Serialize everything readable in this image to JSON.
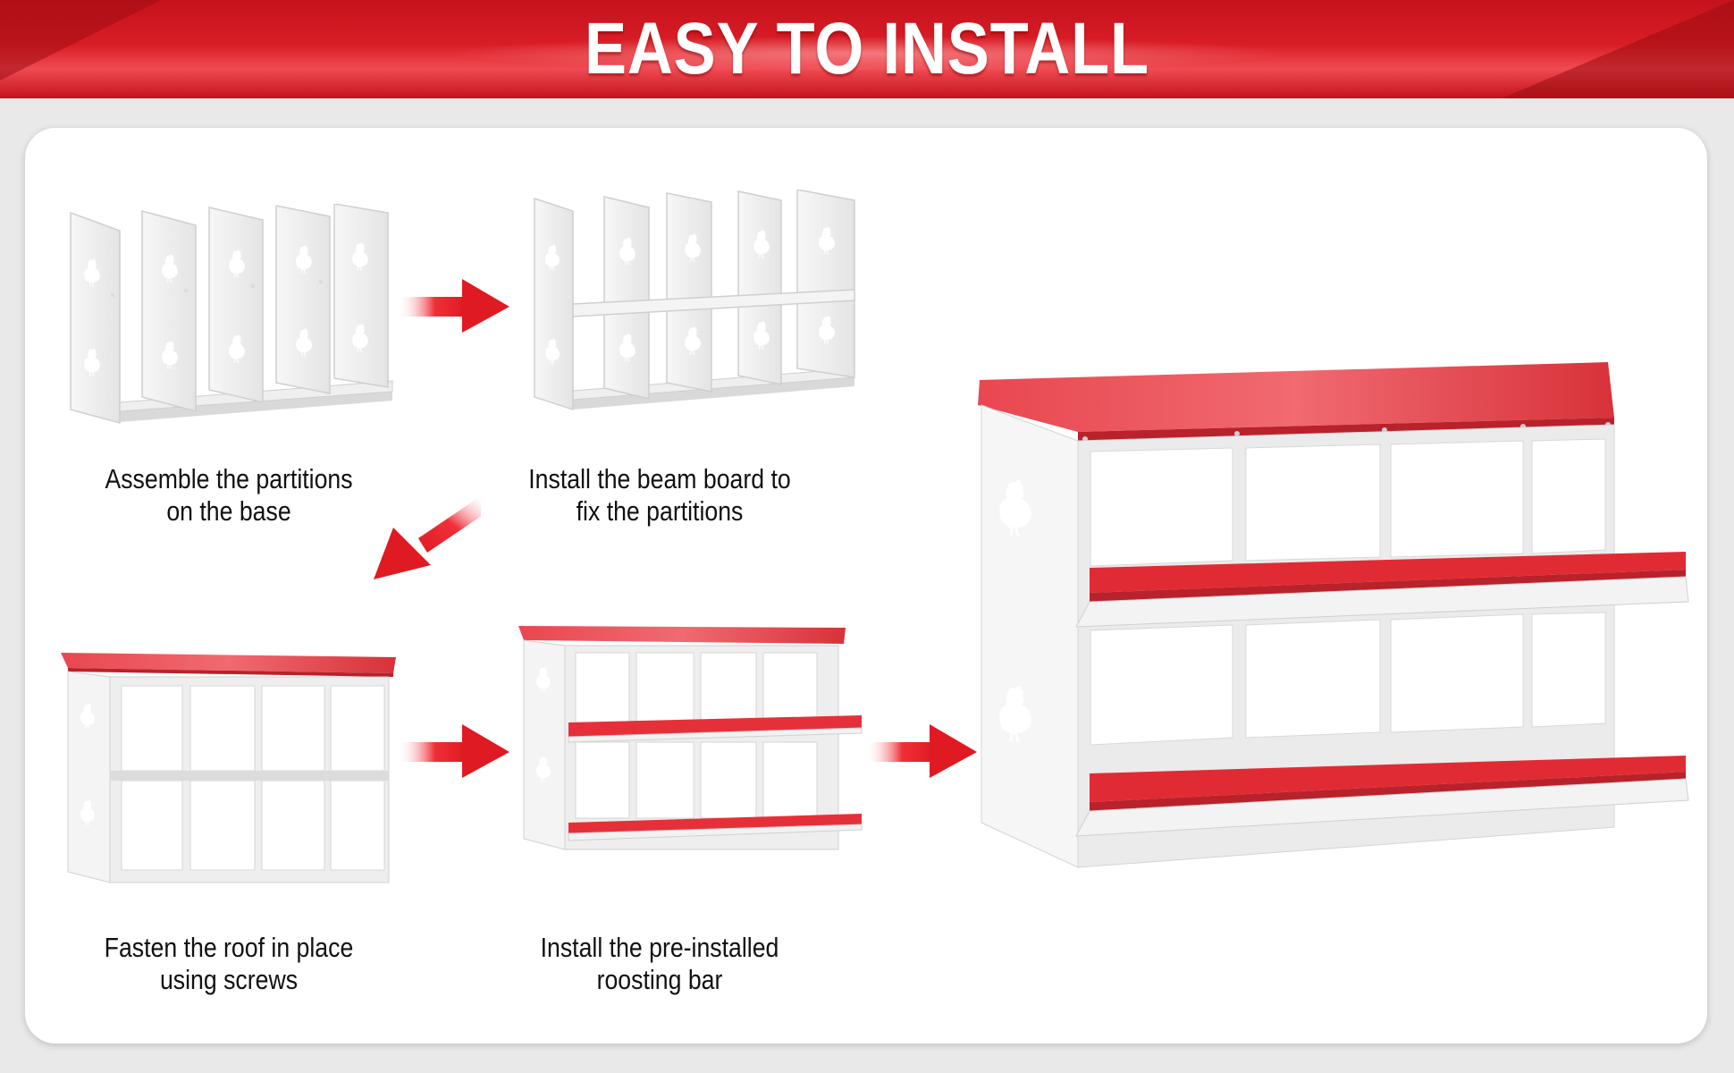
{
  "banner": {
    "title": "EASY TO INSTALL"
  },
  "steps": [
    {
      "line1": "Assemble the partitions",
      "line2": "on the base"
    },
    {
      "line1": "Install the beam board to",
      "line2": "fix the partitions"
    },
    {
      "line1": "Fasten the roof in place",
      "line2": "using screws"
    },
    {
      "line1": "Install the pre-installed",
      "line2": "roosting bar"
    }
  ],
  "colors": {
    "accent": "#e31c25",
    "roof": "#e53a43",
    "panel_bg": "#ffffff",
    "metal": "#f1f1f1"
  },
  "icons": [
    "hen-silhouette-icon",
    "arrow-right-icon",
    "arrow-down-left-icon"
  ]
}
